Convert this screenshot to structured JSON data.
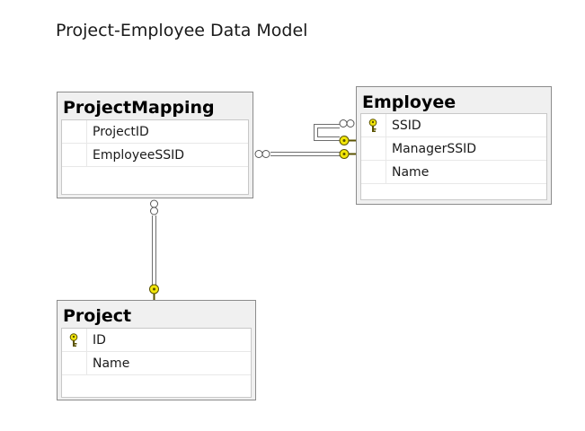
{
  "diagram": {
    "title": "Project-Employee Data Model"
  },
  "tables": {
    "project_mapping": {
      "name": "ProjectMapping",
      "columns": [
        {
          "name": "ProjectID",
          "primary_key": false
        },
        {
          "name": "EmployeeSSID",
          "primary_key": false
        }
      ]
    },
    "employee": {
      "name": "Employee",
      "columns": [
        {
          "name": "SSID",
          "primary_key": true
        },
        {
          "name": "ManagerSSID",
          "primary_key": false
        },
        {
          "name": "Name",
          "primary_key": false
        }
      ]
    },
    "project": {
      "name": "Project",
      "columns": [
        {
          "name": "ID",
          "primary_key": true
        },
        {
          "name": "Name",
          "primary_key": false
        }
      ]
    }
  },
  "relationships": [
    {
      "from": "ProjectMapping.EmployeeSSID",
      "to": "Employee.SSID",
      "many_end": "ProjectMapping",
      "one_end": "Employee"
    },
    {
      "from": "ProjectMapping.ProjectID",
      "to": "Project.ID",
      "many_end": "ProjectMapping",
      "one_end": "Project"
    },
    {
      "from": "Employee.ManagerSSID",
      "to": "Employee.SSID",
      "many_end": "Employee",
      "one_end": "Employee"
    }
  ],
  "colors": {
    "key_fill": "#f2e60a",
    "key_stroke": "#5a5200",
    "line": "#6e6e6e"
  }
}
